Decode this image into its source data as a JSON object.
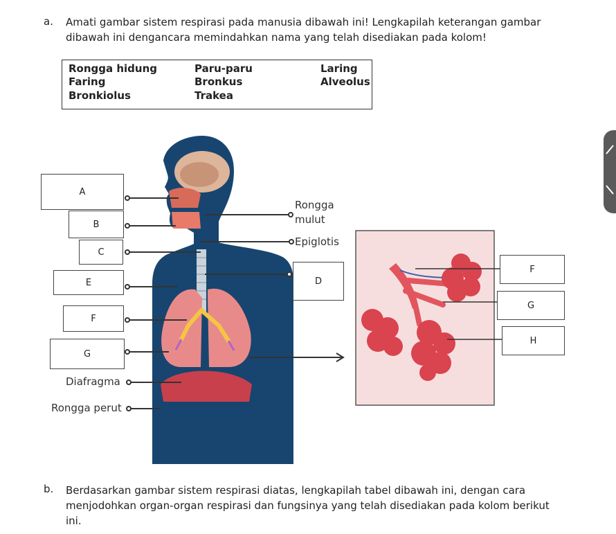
{
  "question_a": {
    "marker": "a.",
    "text_line1": "Amati gambar sistem respirasi pada manusia dibawah ini! Lengkapilah keterangan gambar",
    "text_line2": "dibawah ini dengancara memindahkan nama yang telah disediakan pada kolom!"
  },
  "word_bank": {
    "col1": [
      "Rongga hidung",
      "Faring",
      "Bronkiolus"
    ],
    "col2": [
      "Paru-paru",
      "Bronkus",
      "Trakea"
    ],
    "col3": [
      "Laring",
      "Alveolus"
    ]
  },
  "diagram": {
    "answer_boxes": [
      "A",
      "B",
      "C",
      "E",
      "F",
      "G",
      "D",
      "F",
      "G",
      "H"
    ],
    "labels": {
      "rongga_mulut_1": "Rongga",
      "rongga_mulut_2": "mulut",
      "epiglotis": "Epiglotis",
      "diafragma": "Diafragma",
      "rongga_perut": "Rongga perut"
    },
    "colors": {
      "body": "#17456f",
      "lung": "#e98a8a",
      "alveoli_bg": "#f7dede",
      "alveoli": "#e2555e"
    }
  },
  "question_b": {
    "marker": "b.",
    "text_line1": "Berdasarkan gambar sistem respirasi diatas, lengkapilah tabel dibawah ini, dengan cara",
    "text_line2": "menjodohkan organ-organ respirasi dan fungsinya yang telah disediakan pada kolom berikut",
    "text_line3": "ini."
  }
}
